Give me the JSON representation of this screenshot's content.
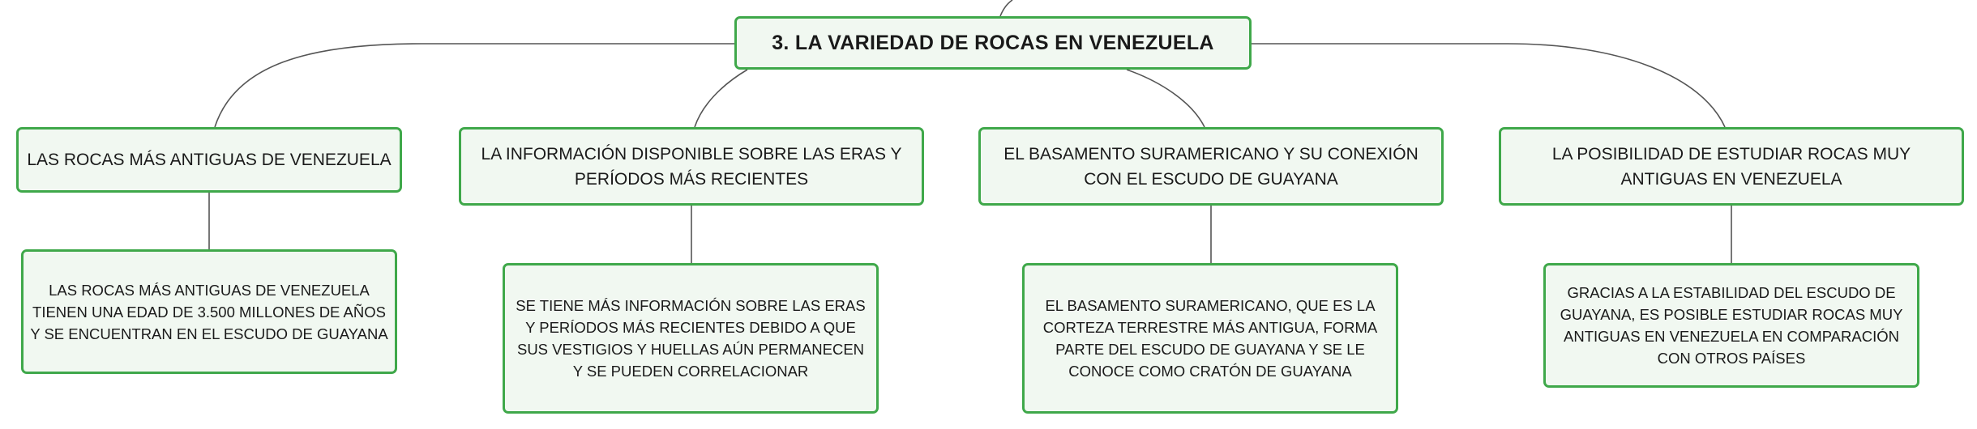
{
  "colors": {
    "border": "#3fa84a",
    "fill": "#f1f8f1",
    "line": "#555555",
    "text": "#1a1a1a"
  },
  "root": {
    "title": "3. LA VARIEDAD DE ROCAS EN VENEZUELA"
  },
  "branches": [
    {
      "title": "LAS ROCAS MÁS ANTIGUAS DE VENEZUELA",
      "detail": "LAS ROCAS MÁS ANTIGUAS DE VENEZUELA TIENEN UNA EDAD DE 3.500 MILLONES DE AÑOS Y SE ENCUENTRAN EN EL ESCUDO DE GUAYANA"
    },
    {
      "title": "LA INFORMACIÓN DISPONIBLE SOBRE LAS ERAS Y PERÍODOS MÁS RECIENTES",
      "detail": "SE TIENE MÁS INFORMACIÓN SOBRE LAS ERAS Y PERÍODOS MÁS RECIENTES DEBIDO A QUE SUS VESTIGIOS Y HUELLAS AÚN PERMANECEN Y SE PUEDEN CORRELACIONAR"
    },
    {
      "title": "EL BASAMENTO SURAMERICANO Y SU CONEXIÓN CON EL ESCUDO DE GUAYANA",
      "detail": "EL BASAMENTO SURAMERICANO, QUE ES LA CORTEZA TERRESTRE MÁS ANTIGUA, FORMA PARTE DEL ESCUDO DE GUAYANA Y SE LE CONOCE COMO CRATÓN DE GUAYANA"
    },
    {
      "title": "LA POSIBILIDAD DE ESTUDIAR ROCAS MUY ANTIGUAS EN VENEZUELA",
      "detail": "GRACIAS A LA ESTABILIDAD DEL ESCUDO DE GUAYANA, ES POSIBLE ESTUDIAR ROCAS MUY ANTIGUAS EN VENEZUELA EN COMPARACIÓN CON OTROS PAÍSES"
    }
  ]
}
